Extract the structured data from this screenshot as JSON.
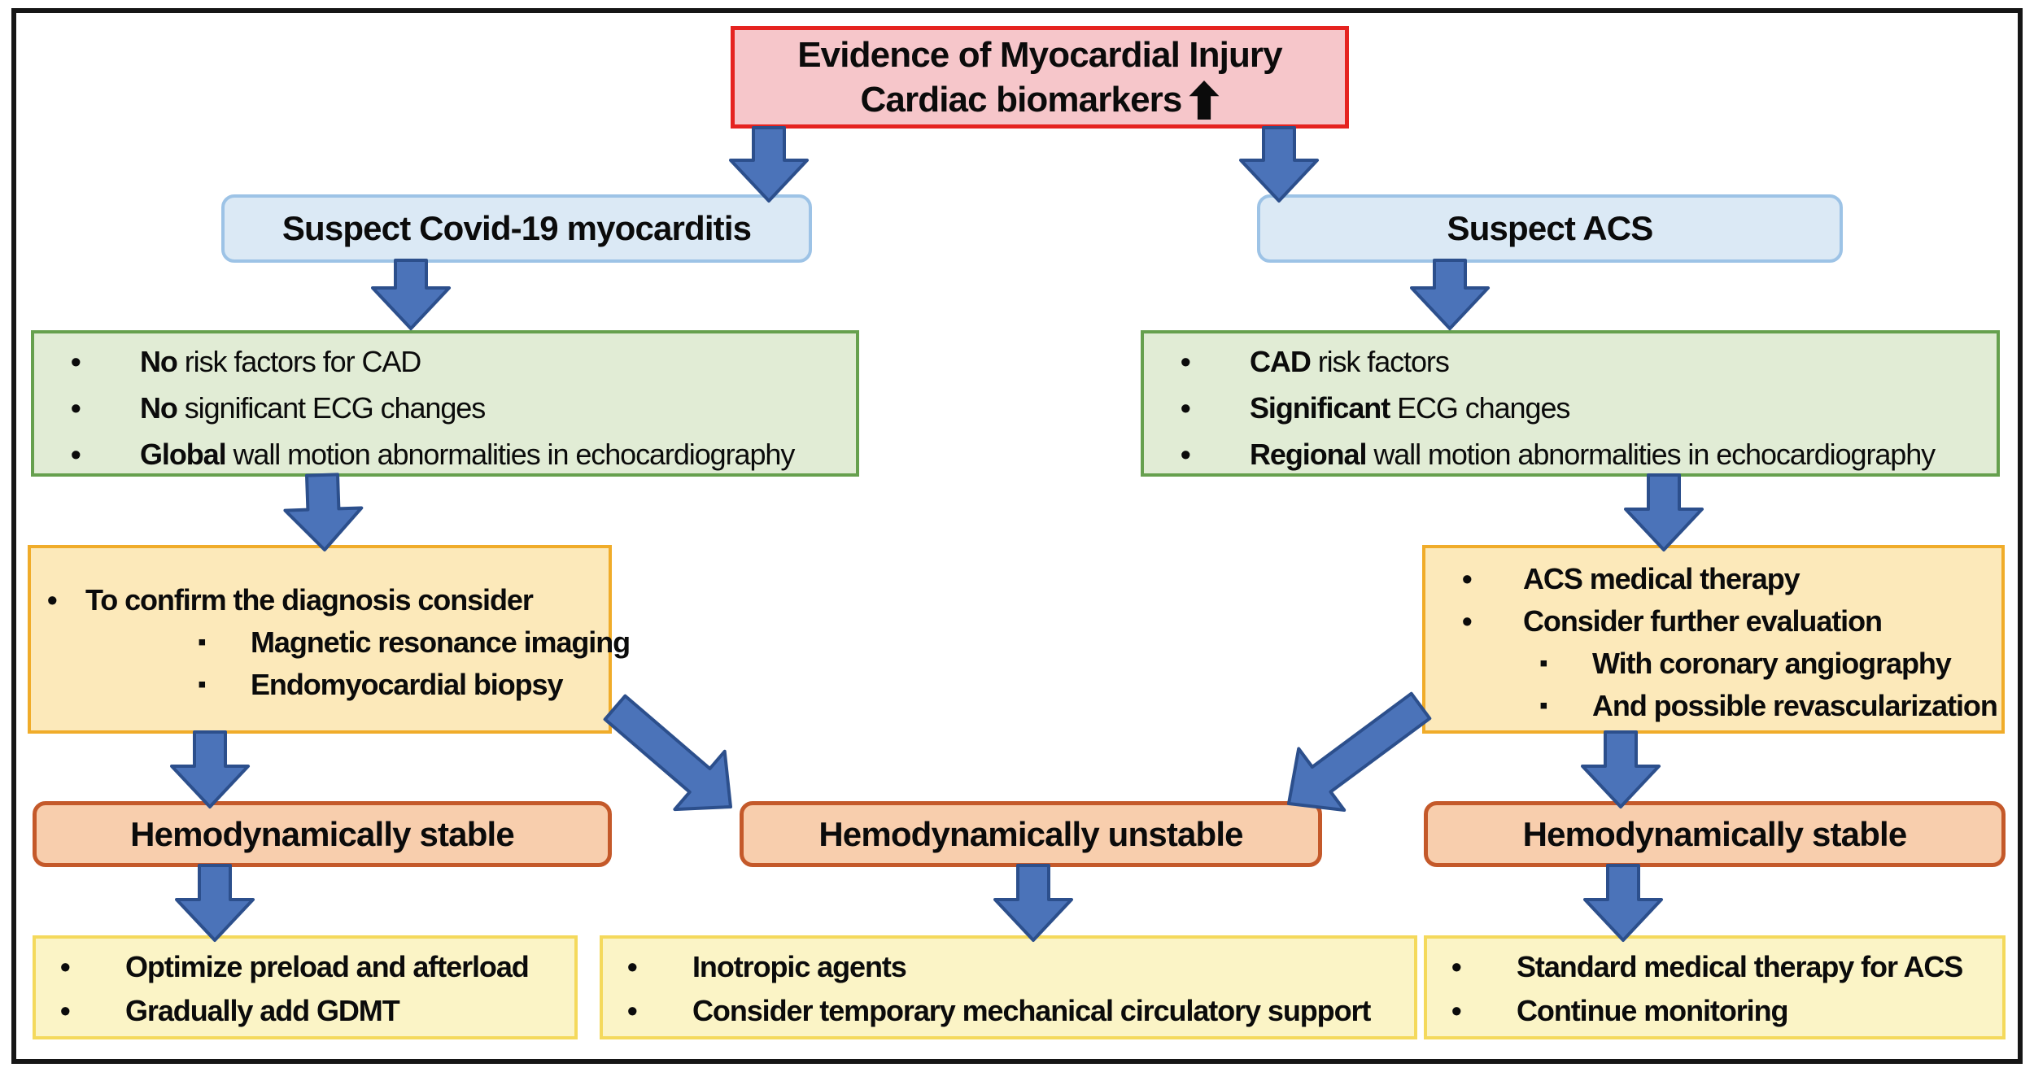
{
  "glyphs": {
    "bullet": "•",
    "sub_bullet": "▪"
  },
  "colors": {
    "arrow_fill": "#4b73b9",
    "arrow_stroke": "#2c4f8c",
    "red_fill": "#f6c6ca",
    "red_border": "#e52320",
    "blue_fill": "#dbe9f5",
    "blue_border": "#9dc3e6",
    "green_fill": "#e1ecd5",
    "green_border": "#66a04e",
    "gold_fill": "#fce9ba",
    "gold_border": "#f0ac2a",
    "orange_fill": "#f8cead",
    "orange_border": "#c4592a",
    "lightyellow_fill": "#fbf4c6",
    "lightyellow_border": "#f4d95c",
    "frame_border": "#161616"
  },
  "nodes": {
    "evidence": {
      "line1": "Evidence of Myocardial Injury",
      "line2": "Cardiac biomarkers"
    },
    "suspect_covid": {
      "label": "Suspect Covid-19 myocarditis"
    },
    "suspect_acs": {
      "label": "Suspect ACS"
    },
    "covid_criteria": {
      "items": [
        {
          "lead": "No",
          "rest": " risk factors for CAD"
        },
        {
          "lead": "No",
          "rest": " significant ECG changes"
        },
        {
          "lead": "Global",
          "rest": " wall motion abnormalities in echocardiography"
        }
      ]
    },
    "acs_criteria": {
      "items": [
        {
          "lead": "CAD",
          "rest": " risk factors"
        },
        {
          "lead": "Significant",
          "rest": " ECG changes"
        },
        {
          "lead": "Regional",
          "rest": " wall motion abnormalities in echocardiography"
        }
      ]
    },
    "covid_workup": {
      "item": "To confirm the diagnosis consider",
      "subitems": [
        "Magnetic resonance imaging",
        "Endomyocardial biopsy"
      ]
    },
    "acs_workup": {
      "items": [
        "ACS medical therapy",
        "Consider further evaluation"
      ],
      "subitems": [
        "With coronary angiography",
        "And possible revascularization"
      ]
    },
    "hemo_left": {
      "label": "Hemodynamically stable"
    },
    "hemo_center": {
      "label": "Hemodynamically unstable"
    },
    "hemo_right": {
      "label": "Hemodynamically stable"
    },
    "actions_left": {
      "items": [
        "Optimize preload and afterload",
        "Gradually add GDMT"
      ]
    },
    "actions_center": {
      "items": [
        "Inotropic agents",
        "Consider temporary mechanical circulatory support"
      ]
    },
    "actions_right": {
      "items": [
        "Standard medical therapy for ACS",
        "Continue monitoring"
      ]
    }
  }
}
